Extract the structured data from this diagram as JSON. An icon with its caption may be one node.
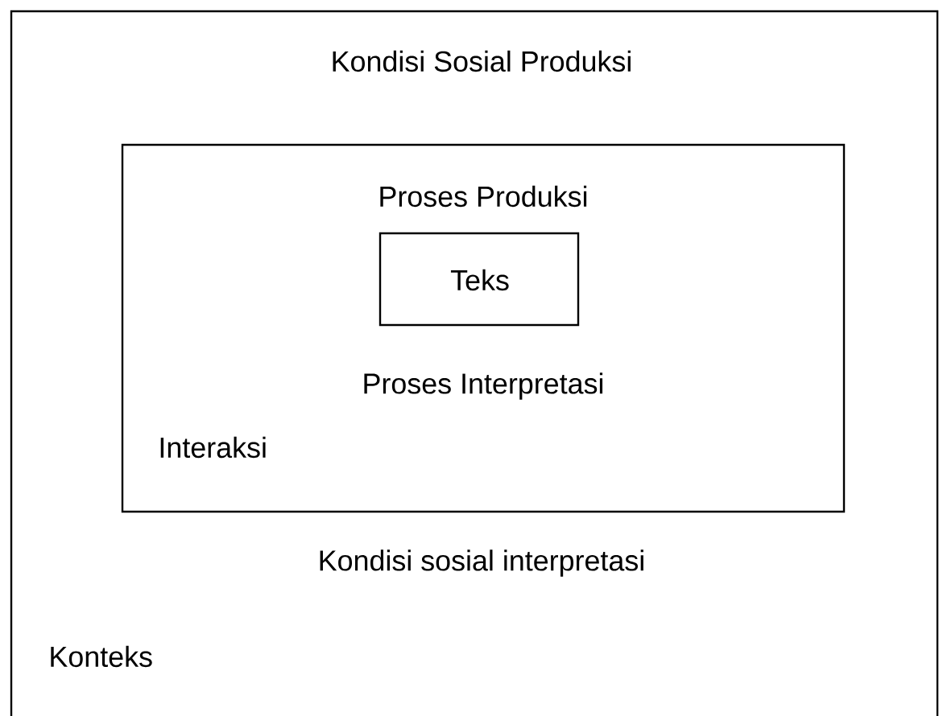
{
  "diagram": {
    "nodes": [
      {
        "text": [
          "Kondisi Sosial Produksi",
          "Kondisi sosial interpretasi",
          "Konteks"
        ]
      },
      {
        "text": [
          "Proses Produksi",
          "Proses Interpretasi",
          "Interaksi"
        ],
        "in": 0
      },
      {
        "text": [
          "Teks"
        ],
        "in": 1
      }
    ]
  }
}
